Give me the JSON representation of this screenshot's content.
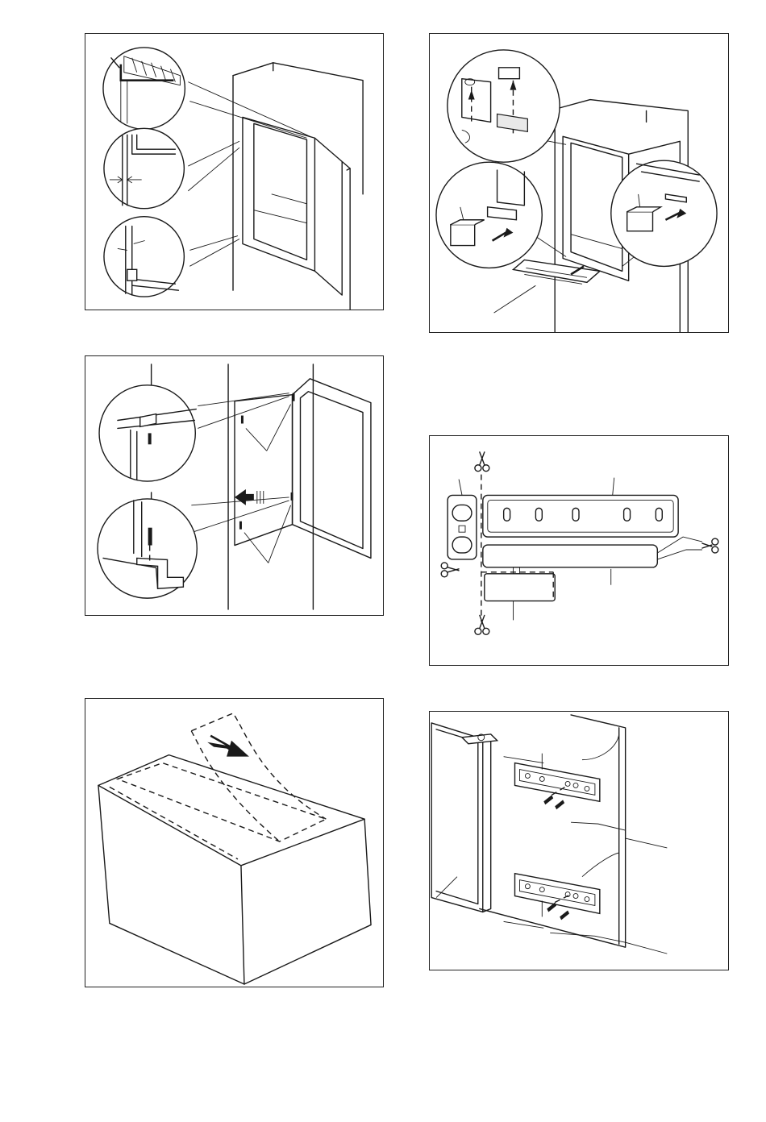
{
  "page": {
    "panels": [
      {
        "name": "door-gap-check",
        "caption": ""
      },
      {
        "name": "vent-grille-fitting",
        "caption": ""
      },
      {
        "name": "door-screw-fixing",
        "caption": ""
      },
      {
        "name": "guide-rail-cutting",
        "caption": ""
      },
      {
        "name": "cover-strip-removal",
        "caption": ""
      },
      {
        "name": "door-bracket-mounting",
        "caption": ""
      }
    ]
  }
}
